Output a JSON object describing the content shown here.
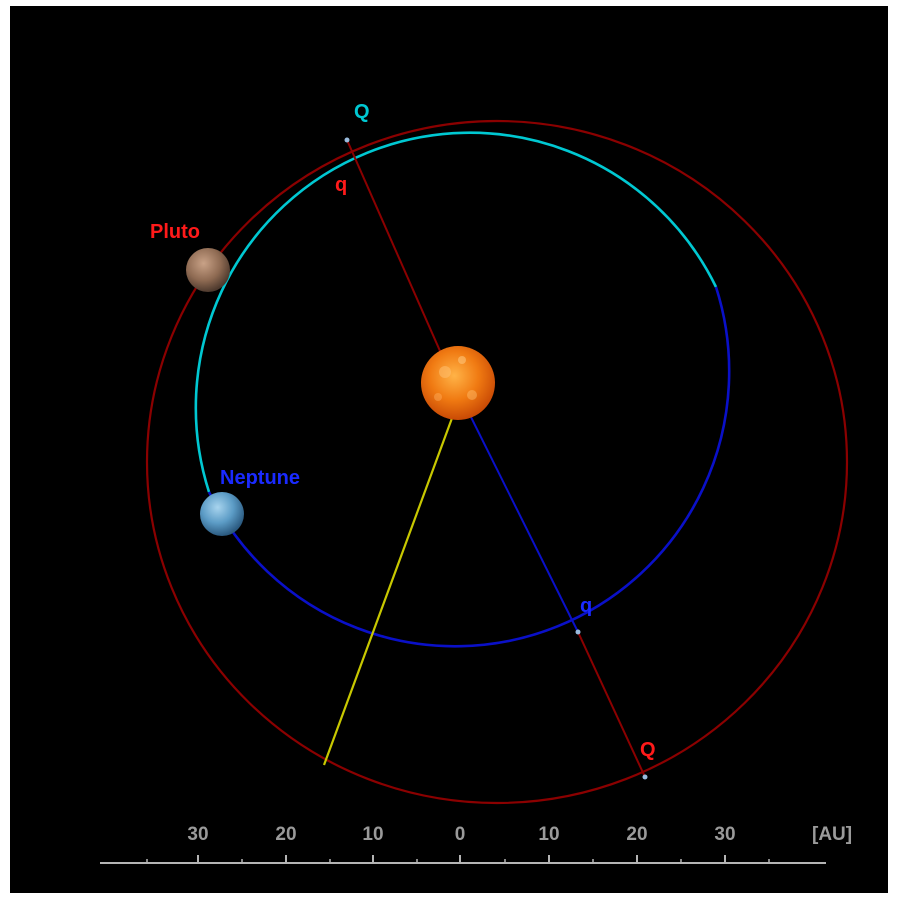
{
  "labels": {
    "pluto": "Pluto",
    "neptune": "Neptune",
    "pluto_aphelion": "Q",
    "pluto_perihelion": "q",
    "neptune_aphelion": "Q",
    "neptune_perihelion": "q"
  },
  "scale": {
    "unit": "[AU]",
    "ticks": [
      "30",
      "20",
      "10",
      "0",
      "10",
      "20",
      "30"
    ]
  },
  "colors": {
    "background": "#000000",
    "pluto_orbit": "#8b0000",
    "neptune_orbit_near": "#00c8d2",
    "neptune_orbit_far": "#0a10c8",
    "node_line": "#c8c800",
    "pluto_label": "#ff1a1a",
    "neptune_label": "#1a2aff",
    "axis": "#b4b4b4"
  },
  "icons": {
    "sun": "sun-icon",
    "pluto": "pluto-planet-icon",
    "neptune": "neptune-planet-icon"
  }
}
